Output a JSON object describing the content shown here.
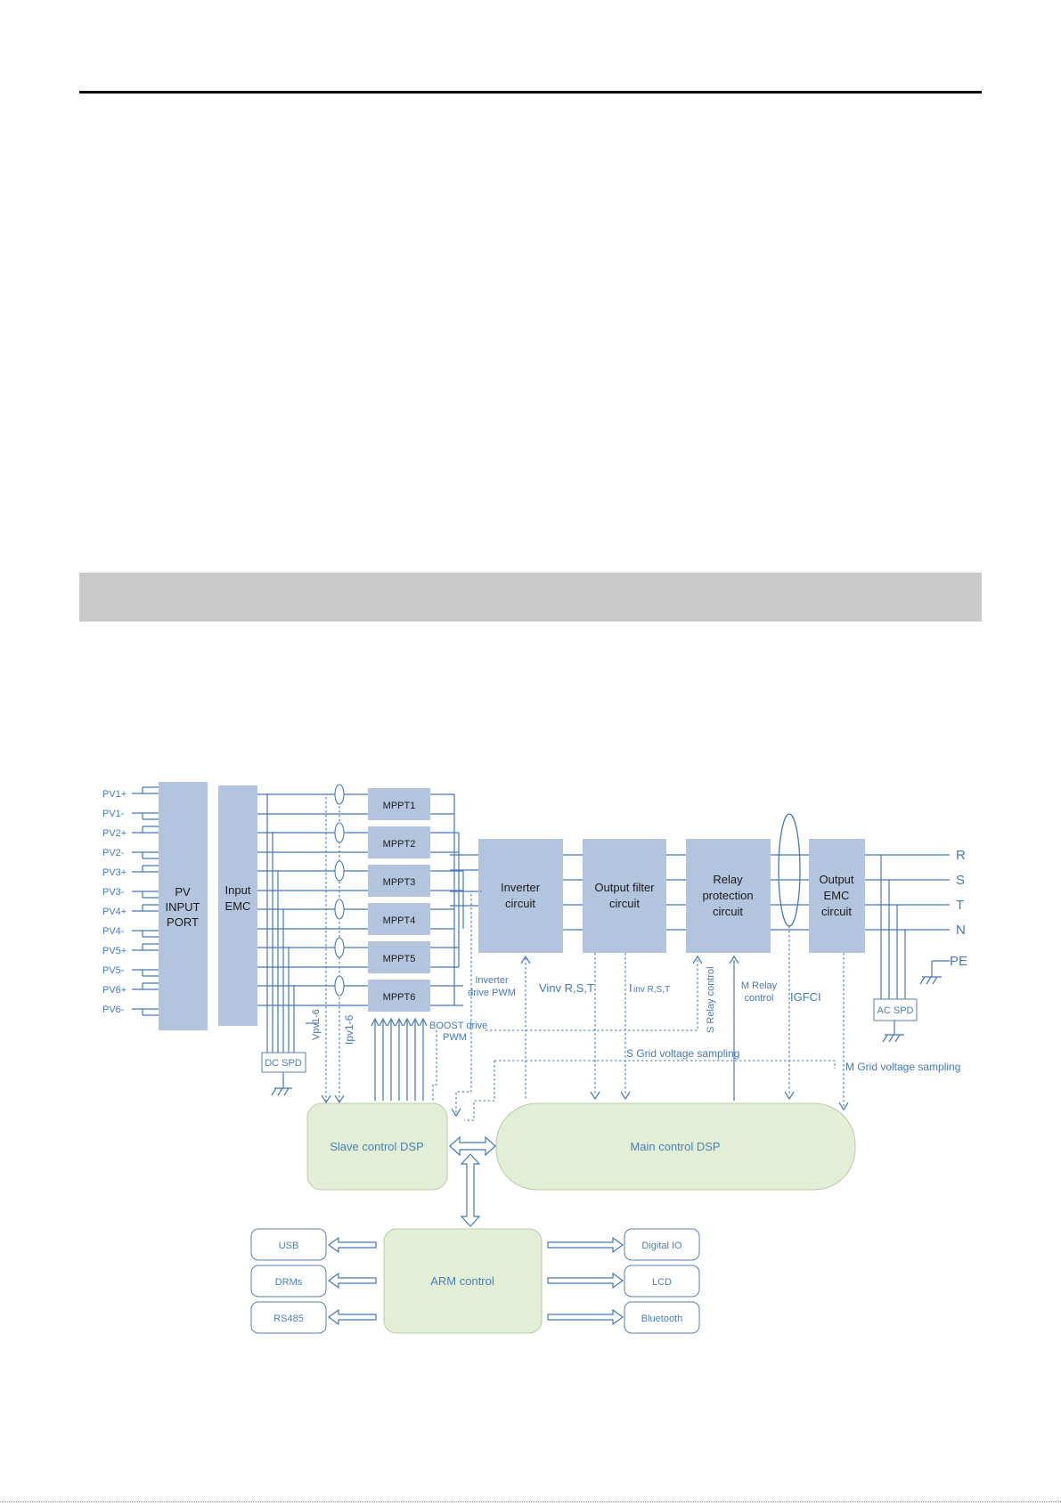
{
  "pv_labels": [
    "PV1+",
    "PV1-",
    "PV2+",
    "PV2-",
    "PV3+",
    "PV3-",
    "PV4+",
    "PV4-",
    "PV5+",
    "PV5-",
    "PV6+",
    "PV6-"
  ],
  "pv_input_port": [
    "PV",
    "INPUT",
    "PORT"
  ],
  "input_emc": [
    "Input",
    "EMC"
  ],
  "mppt": [
    "MPPT1",
    "MPPT2",
    "MPPT3",
    "MPPT4",
    "MPPT5",
    "MPPT6"
  ],
  "inverter": [
    "Inverter",
    "circuit"
  ],
  "output_filter": [
    "Output filter",
    "circuit"
  ],
  "relay_protection": [
    "Relay",
    "protection",
    "circuit"
  ],
  "output_emc": [
    "Output",
    "EMC",
    "circuit"
  ],
  "outputs": [
    "R",
    "S",
    "T",
    "N"
  ],
  "pe": "PE",
  "dc_spd": "DC SPD",
  "ac_spd": "AC SPD",
  "vpv": "Vpv1-6",
  "ipv": "Ipv1-6",
  "signals": {
    "inverter_drive": [
      "Inverter",
      "drive PWM"
    ],
    "boost_drive": [
      "BOOST drive",
      "PWM"
    ],
    "vinv": "Vinv R,S,T",
    "iinv_main": "I",
    "iinv_sub": "inv R,S,T",
    "s_relay": "S Relay control",
    "m_relay": [
      "M Relay",
      "control"
    ],
    "gfci": "IGFCI",
    "s_grid": "S Grid voltage sampling",
    "m_grid": "M Grid voltage sampling"
  },
  "slave_dsp": "Slave control DSP",
  "main_dsp": "Main control DSP",
  "arm": "ARM control",
  "left_periph": [
    "USB",
    "DRMs",
    "RS485"
  ],
  "right_periph": [
    "Digital IO",
    "LCD",
    "Bluetooth"
  ]
}
